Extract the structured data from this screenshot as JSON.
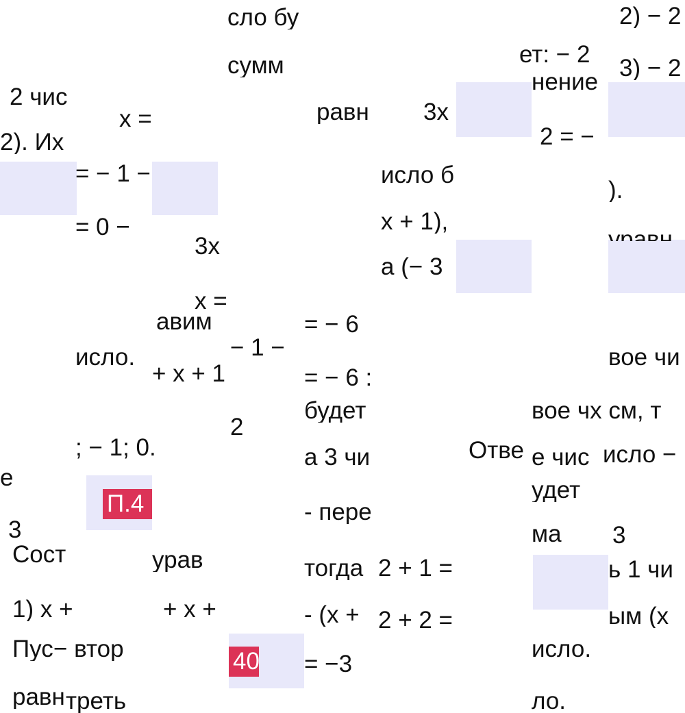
{
  "accent_color": "#dc3357",
  "placeholder_color": "#e8e8fa",
  "badges": [
    "П.4",
    "40"
  ],
  "fragments": [
    "сло бу",
    "сумм",
    "равн",
    "3x",
    "2 чис",
    "2). Их",
    "x =",
    "= − 1 −",
    "= 0 − ",
    "3x",
    "x =",
    "авим",
    "исло.",
    "+ x + 1",
    "− 1 −",
    "2",
    "; − 1; 0.",
    "e:",
    "3",
    "Сост",
    "урав",
    "1) x +",
    "+ x +",
    "Пуст",
    "− втор",
    "равн",
    "треть",
    "ет: − 2",
    "нение",
    "2 = −",
    "2) − 2",
    "3) − 2",
    ").",
    "исло б",
    "x + 1),",
    "а (− 3",
    "= − 6",
    "= − 6 :",
    "будет",
    "а 3 чи",
    "- пере",
    "тогда",
    "2 + 1 =",
    "- (x +",
    "2 + 2 =",
    "= −3",
    "Отве",
    "е чис",
    "исло −",
    "удет",
    "ма",
    "3",
    "ь 1 чи",
    "ым (x",
    "исло.",
    "ло.",
    "вое чи",
    "вое чх см, т",
    "уравн"
  ]
}
